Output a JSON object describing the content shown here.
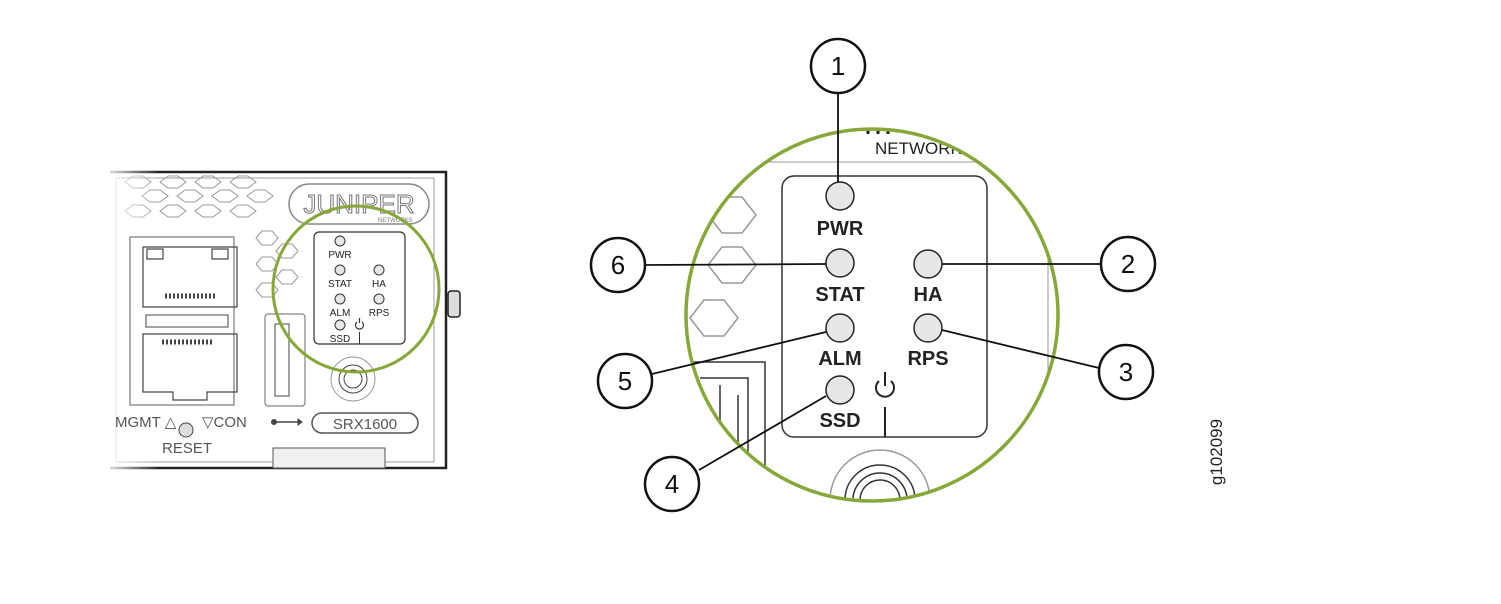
{
  "device": {
    "brand": "JUNIPER",
    "brand_sub": "NETWORKS",
    "model": "SRX1600",
    "port_labels": {
      "mgmt": "MGMT △",
      "con": "▽CON",
      "reset": "RESET"
    },
    "leds": [
      "PWR",
      "STAT",
      "HA",
      "ALM",
      "RPS",
      "SSD"
    ]
  },
  "detail": {
    "brand_sub": "NETWORK",
    "leds": {
      "pwr": "PWR",
      "stat": "STAT",
      "ha": "HA",
      "alm": "ALM",
      "rps": "RPS",
      "ssd": "SSD"
    }
  },
  "callouts": [
    "1",
    "2",
    "3",
    "4",
    "5",
    "6"
  ],
  "figure_id": "g102099",
  "colors": {
    "highlight": "#86a839",
    "led": "#e6e6e6"
  }
}
